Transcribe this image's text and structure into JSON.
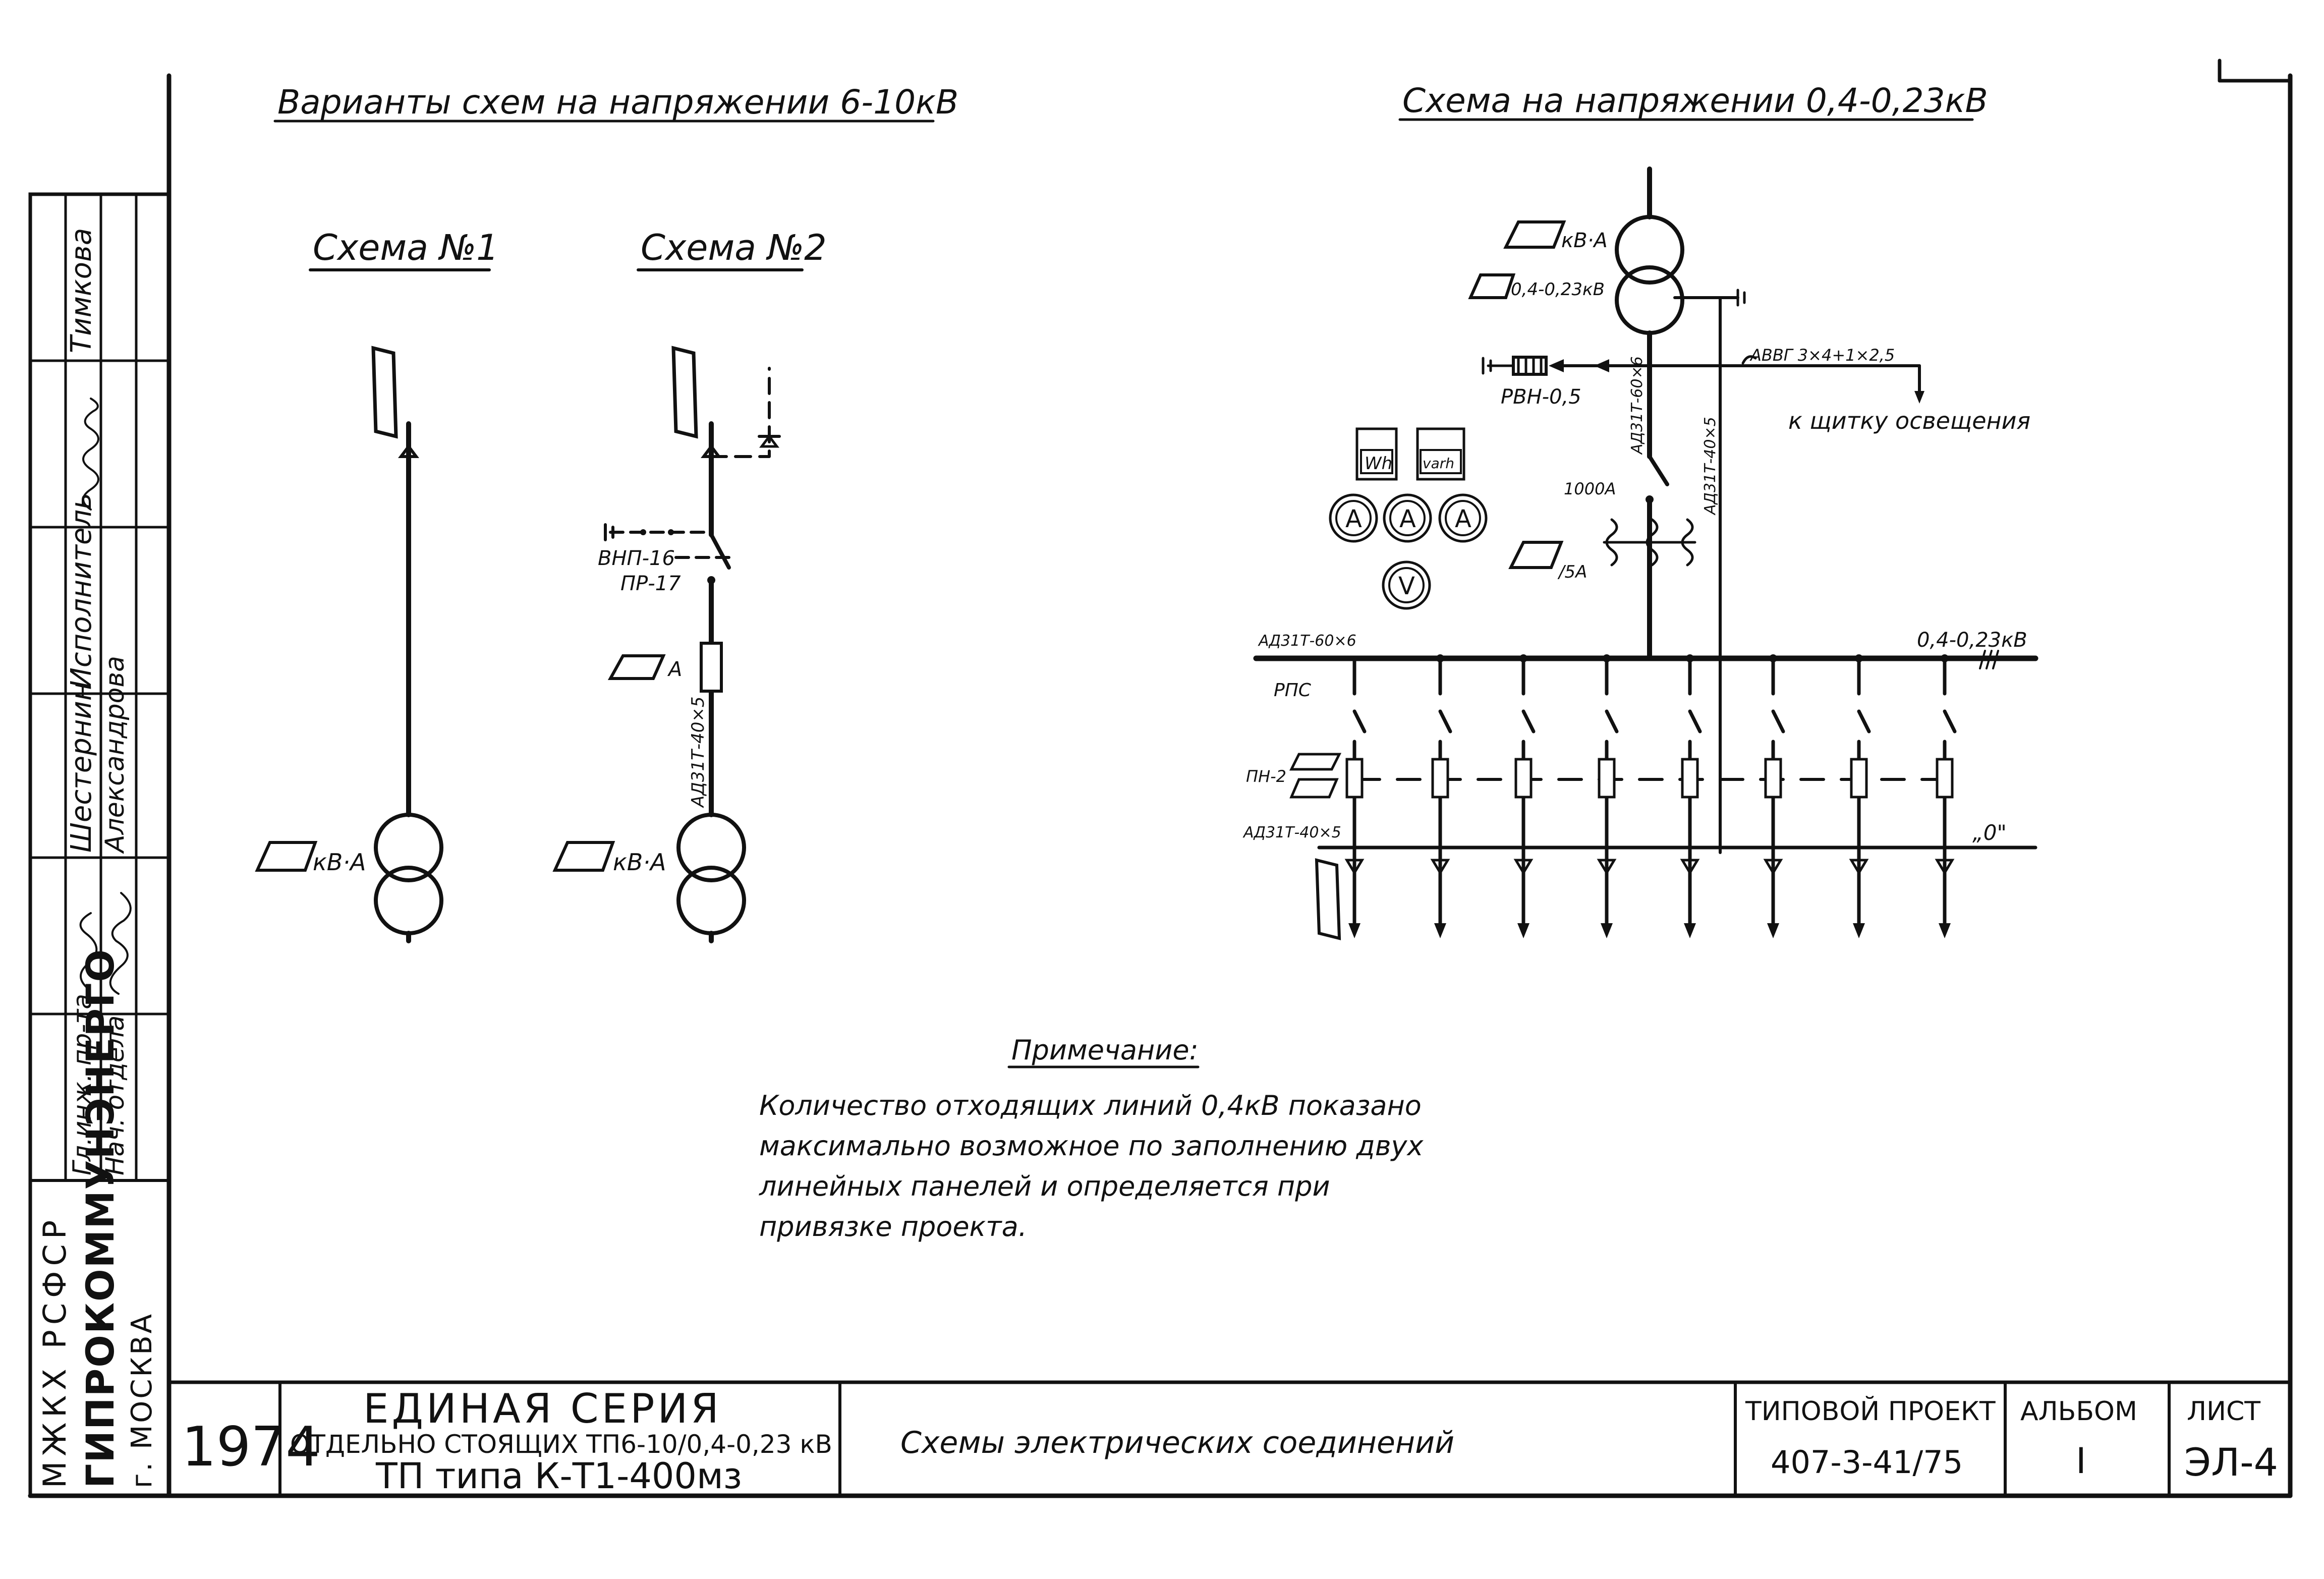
{
  "left_heading": "Варианты схем на напряжении 6-10кВ",
  "right_heading": "Схема на напряжении 0,4-0,23кВ",
  "scheme1": {
    "title": "Схема №1",
    "kva_label": "кВ·А"
  },
  "scheme2": {
    "title": "Схема №2",
    "switch_label_1": "ВНП-16",
    "switch_label_2": "ПР-17",
    "fuse_label": "А",
    "cable_label": "АД31Т-40×5",
    "kva_label": "кВ·А"
  },
  "lv_scheme": {
    "transformer_label": "кВ·А",
    "voltage_label": "0,4-0,23кВ",
    "arrester_label": "РВН-0,5",
    "cable_label": "АВВГ 3×4+1×2,5",
    "lighting_label": "к щитку освещения",
    "incomer_cable": "АД31Т-60×6",
    "neutral_cable": "АД31Т-40×5",
    "breaker_rating": "1000А",
    "ct_label": "/5А",
    "meter_wh": "Wh",
    "meter_varh": "varh",
    "ammeter": "A",
    "voltmeter": "V",
    "busbar_label": "АД31Т-60×6",
    "bus_voltage": "0,4-0,23кВ",
    "switch_label": "РПС",
    "fuse_label": "ПН-2",
    "lower_cable": "АД31Т-40×5",
    "neutral_bus": "„0\""
  },
  "note": {
    "title": "Примечание:",
    "lines": [
      "Количество отходящих линий 0,4кВ показано",
      "максимально возможное по заполнению двух",
      "линейных панелей и определяется при",
      "привязке проекта."
    ]
  },
  "side_stamp": {
    "org1": "МЖКХ РСФСР",
    "org2": "ГИПРОКОММУНЭНЕРГО",
    "city": "г. МОСКВА",
    "roles": [
      "Гл.инж. пр-та",
      "Нач. отдела",
      "Исполнитель"
    ],
    "names": [
      "Тимкова",
      "Шестернин",
      "Александрова"
    ]
  },
  "title_block": {
    "year": "1974",
    "series_line1": "ЕДИНАЯ СЕРИЯ",
    "series_line2": "ОТДЕЛЬНО СТОЯЩИХ ТП6-10/0,4-0,23 кВ",
    "series_line3": "ТП типа К-Т1-400мз",
    "sheet_title": "Схемы электрических соединений",
    "project_label": "ТИПОВОЙ ПРОЕКТ",
    "project_number": "407-3-41/75",
    "album_label": "АЛЬБОМ",
    "album_value": "I",
    "sheet_label": "ЛИСТ",
    "sheet_value": "ЭЛ-4"
  }
}
